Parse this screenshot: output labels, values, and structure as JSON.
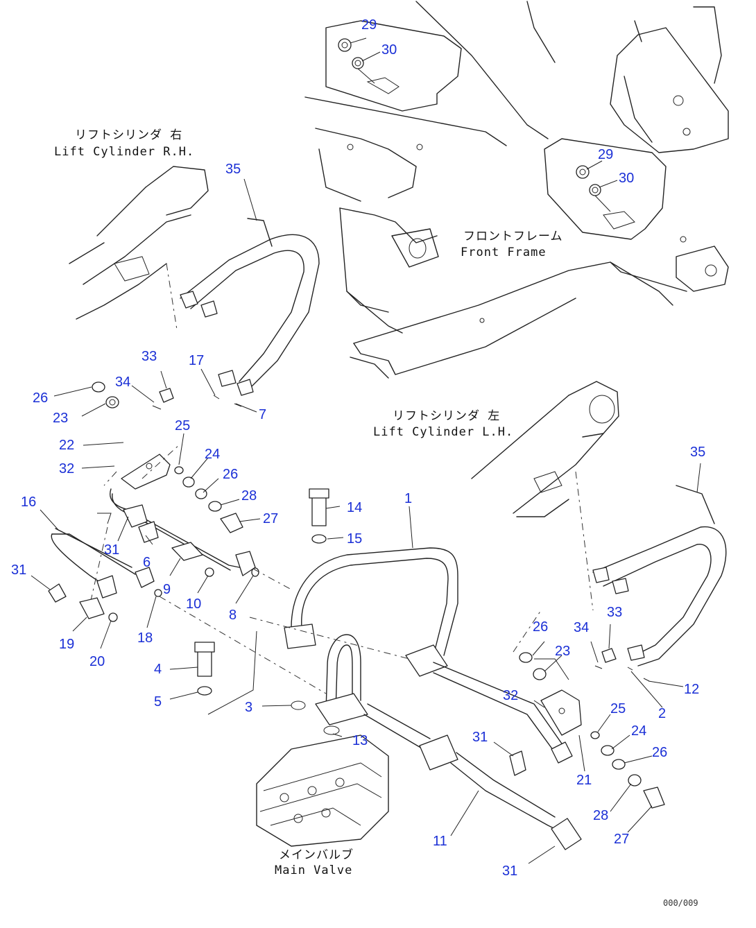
{
  "captions": {
    "lift_rh_jp": "リフトシリンダ 右",
    "lift_rh_en": "Lift Cylinder R.H.",
    "front_frame_jp": "フロントフレーム",
    "front_frame_en": "Front Frame",
    "lift_lh_jp": "リフトシリンダ 左",
    "lift_lh_en": "Lift Cylinder L.H.",
    "main_valve_jp": "メインバルブ",
    "main_valve_en": "Main Valve"
  },
  "drawing_code": "000/009",
  "part_numbers": [
    {
      "id": "29a",
      "label": "29"
    },
    {
      "id": "30a",
      "label": "30"
    },
    {
      "id": "29b",
      "label": "29"
    },
    {
      "id": "30b",
      "label": "30"
    },
    {
      "id": "35a",
      "label": "35"
    },
    {
      "id": "35b",
      "label": "35"
    },
    {
      "id": "33a",
      "label": "33"
    },
    {
      "id": "34a",
      "label": "34"
    },
    {
      "id": "26a",
      "label": "26"
    },
    {
      "id": "23a",
      "label": "23"
    },
    {
      "id": "17",
      "label": "17"
    },
    {
      "id": "7",
      "label": "7"
    },
    {
      "id": "25a",
      "label": "25"
    },
    {
      "id": "22",
      "label": "22"
    },
    {
      "id": "24a",
      "label": "24"
    },
    {
      "id": "32a",
      "label": "32"
    },
    {
      "id": "26b",
      "label": "26"
    },
    {
      "id": "28a",
      "label": "28"
    },
    {
      "id": "16",
      "label": "16"
    },
    {
      "id": "27a",
      "label": "27"
    },
    {
      "id": "14",
      "label": "14"
    },
    {
      "id": "15",
      "label": "15"
    },
    {
      "id": "1",
      "label": "1"
    },
    {
      "id": "31a",
      "label": "31"
    },
    {
      "id": "6",
      "label": "6"
    },
    {
      "id": "31b",
      "label": "31"
    },
    {
      "id": "9",
      "label": "9"
    },
    {
      "id": "10",
      "label": "10"
    },
    {
      "id": "8",
      "label": "8"
    },
    {
      "id": "18",
      "label": "18"
    },
    {
      "id": "19",
      "label": "19"
    },
    {
      "id": "20",
      "label": "20"
    },
    {
      "id": "4",
      "label": "4"
    },
    {
      "id": "5",
      "label": "5"
    },
    {
      "id": "3",
      "label": "3"
    },
    {
      "id": "13",
      "label": "13"
    },
    {
      "id": "33b",
      "label": "33"
    },
    {
      "id": "26c",
      "label": "26"
    },
    {
      "id": "34b",
      "label": "34"
    },
    {
      "id": "23b",
      "label": "23"
    },
    {
      "id": "12",
      "label": "12"
    },
    {
      "id": "2",
      "label": "2"
    },
    {
      "id": "32b",
      "label": "32"
    },
    {
      "id": "25b",
      "label": "25"
    },
    {
      "id": "24b",
      "label": "24"
    },
    {
      "id": "31c",
      "label": "31"
    },
    {
      "id": "26d",
      "label": "26"
    },
    {
      "id": "21",
      "label": "21"
    },
    {
      "id": "28b",
      "label": "28"
    },
    {
      "id": "27b",
      "label": "27"
    },
    {
      "id": "11",
      "label": "11"
    },
    {
      "id": "31d",
      "label": "31"
    }
  ]
}
